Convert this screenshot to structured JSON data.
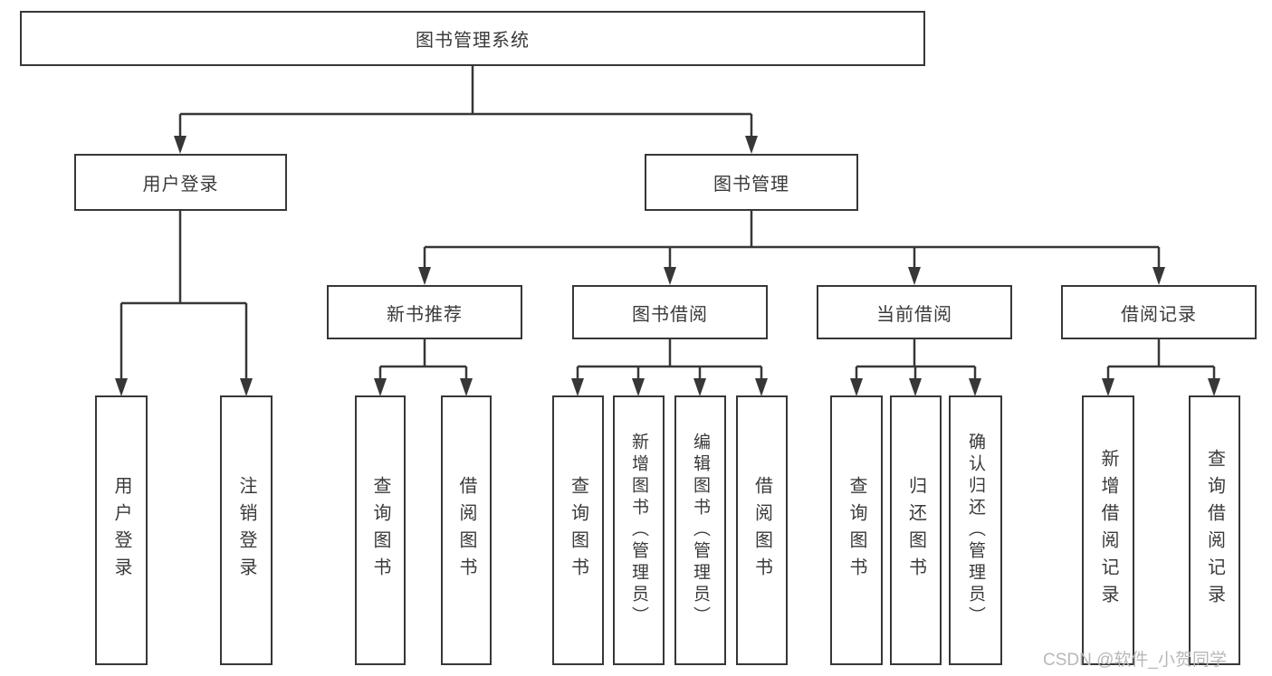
{
  "diagram": {
    "title": "图书管理系统",
    "branches": [
      {
        "label": "用户登录",
        "children": [
          {
            "label": "用户登录"
          },
          {
            "label": "注销登录"
          }
        ]
      },
      {
        "label": "图书管理",
        "sections": [
          {
            "label": "新书推荐",
            "children": [
              {
                "label": "查询图书"
              },
              {
                "label": "借阅图书"
              }
            ]
          },
          {
            "label": "图书借阅",
            "children": [
              {
                "label": "查询图书"
              },
              {
                "label": "新增图书（管理员）"
              },
              {
                "label": "编辑图书（管理员）"
              },
              {
                "label": "借阅图书"
              }
            ]
          },
          {
            "label": "当前借阅",
            "children": [
              {
                "label": "查询图书"
              },
              {
                "label": "归还图书"
              },
              {
                "label": "确认归还（管理员）"
              }
            ]
          },
          {
            "label": "借阅记录",
            "children": [
              {
                "label": "新增借阅记录"
              },
              {
                "label": "查询借阅记录"
              }
            ]
          }
        ]
      }
    ]
  },
  "watermark": {
    "text": "CSDN @软件_小贺同学"
  },
  "colors": {
    "line": "#373737",
    "text": "#3a3a3a",
    "background": "#ffffff",
    "watermark": "#b8b8b8"
  }
}
